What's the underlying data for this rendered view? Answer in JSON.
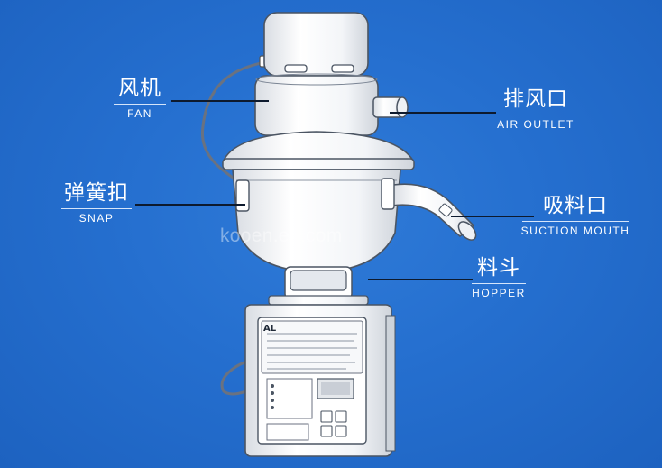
{
  "labels": {
    "fan": {
      "cn": "风机",
      "en": "FAN"
    },
    "air": {
      "cn": "排风口",
      "en": "AIR OUTLET"
    },
    "snap": {
      "cn": "弹簧扣",
      "en": "SNAP"
    },
    "suction": {
      "cn": "吸料口",
      "en": "SUCTION MOUTH"
    },
    "hopper": {
      "cn": "料斗",
      "en": "HOPPER"
    }
  },
  "panel": {
    "brand": "AL"
  },
  "watermark": "kooen.en.com",
  "colors": {
    "background": "#256fcf",
    "leader": "#0d1a2e",
    "machine": "#f4f6f9"
  }
}
